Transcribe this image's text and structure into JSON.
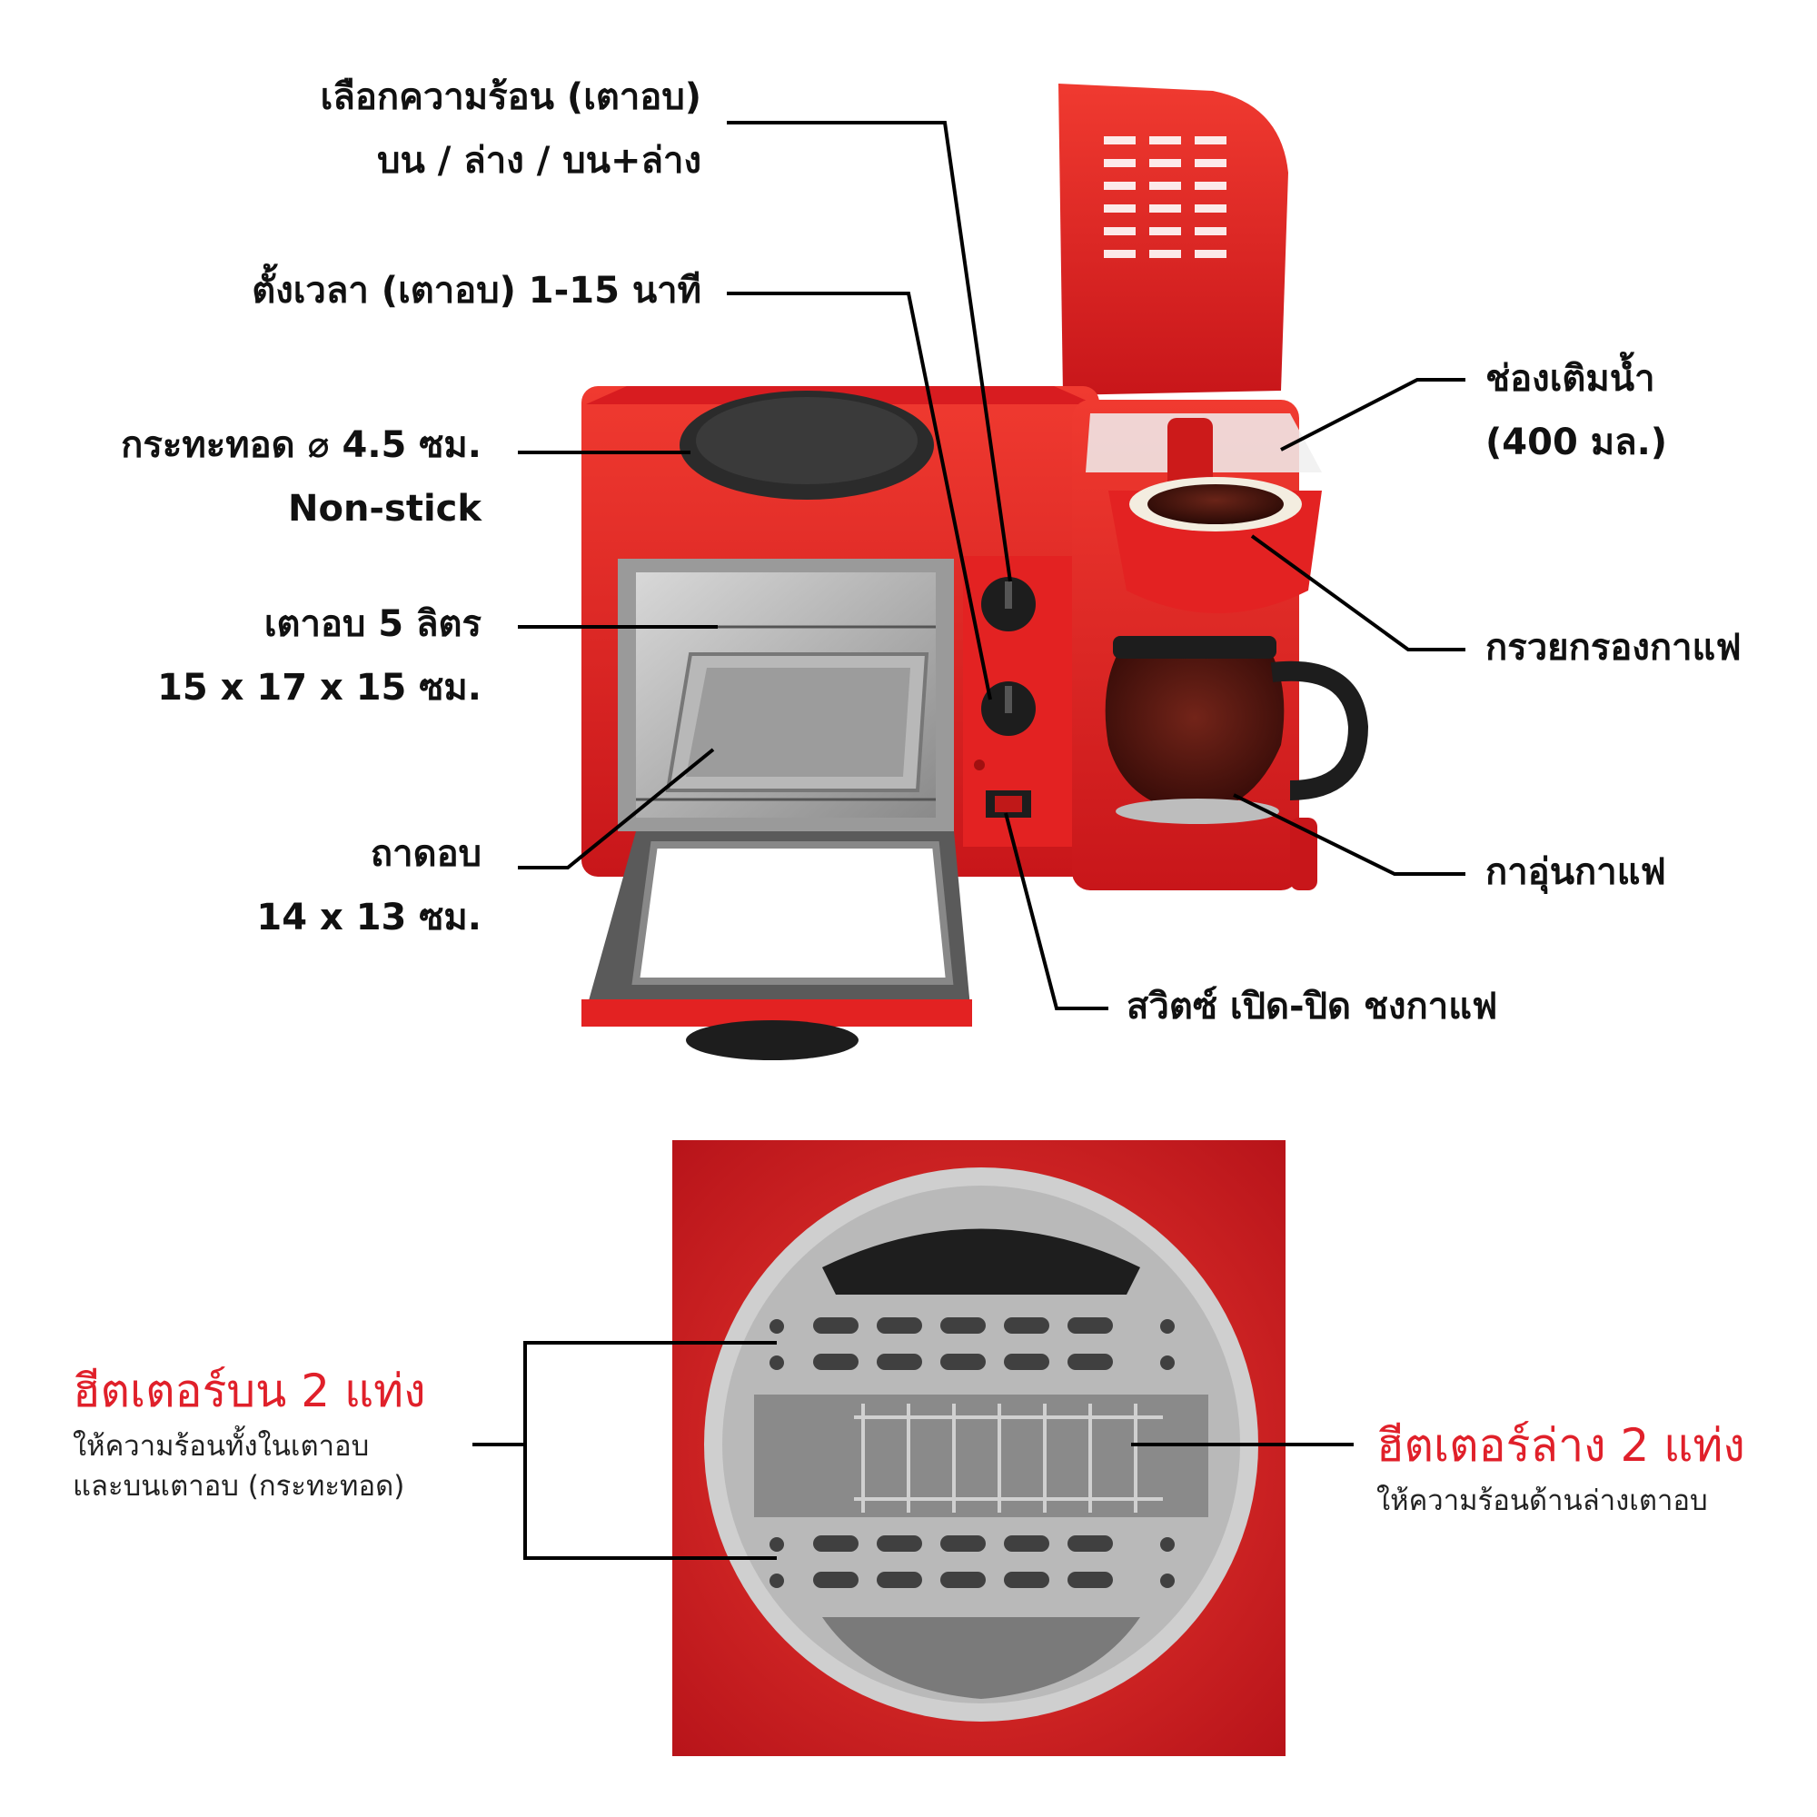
{
  "top_labels": {
    "heat_select_line1": "เลือกความร้อน (เตาอบ)",
    "heat_select_line2": "บน / ล่าง / บน+ล่าง",
    "timer": "ตั้งเวลา (เตาอบ) 1-15 นาที",
    "pan_line1": "กระทะทอด ⌀ 4.5 ซม.",
    "pan_line2": "Non-stick",
    "oven_line1": "เตาอบ 5 ลิตร",
    "oven_line2": "15 x 17 x 15 ซม.",
    "tray_line1": "ถาดอบ",
    "tray_line2": "14 x 13 ซม.",
    "water_line1": "ช่องเติมน้ำ",
    "water_line2": "(400 มล.)",
    "filter": "กรวยกรองกาแฟ",
    "pot": "กาอุ่นกาแฟ",
    "switch": "สวิตซ์ เปิด-ปิด ชงกาแฟ"
  },
  "bottom_labels": {
    "upper_title": "ฮีตเตอร์บน 2 แท่ง",
    "upper_desc_line1": "ให้ความร้อนทั้งในเตาอบ",
    "upper_desc_line2": "และบนเตาอบ (กระทะทอด)",
    "lower_title": "ฮีตเตอร์ล่าง 2 แท่ง",
    "lower_desc": "ให้ความร้อนด้านล่างเตาอบ"
  },
  "colors": {
    "appliance_red": "#e32222",
    "accent_text_red": "#e0202a",
    "leader_line": "#000000"
  }
}
